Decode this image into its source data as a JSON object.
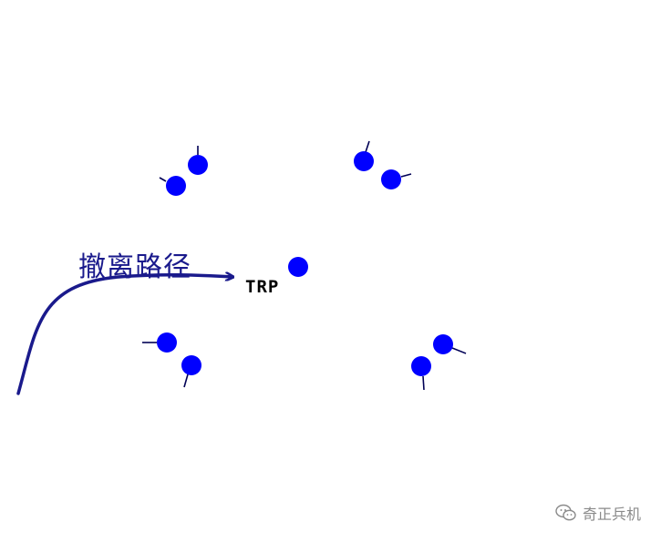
{
  "diagram": {
    "path_label": "撤离路径",
    "trp_label": "TRP",
    "soldier_color": "#0000ff",
    "path_color": "#1a1a8c"
  },
  "watermark": {
    "icon": "wechat-icon",
    "text": "奇正兵机"
  }
}
